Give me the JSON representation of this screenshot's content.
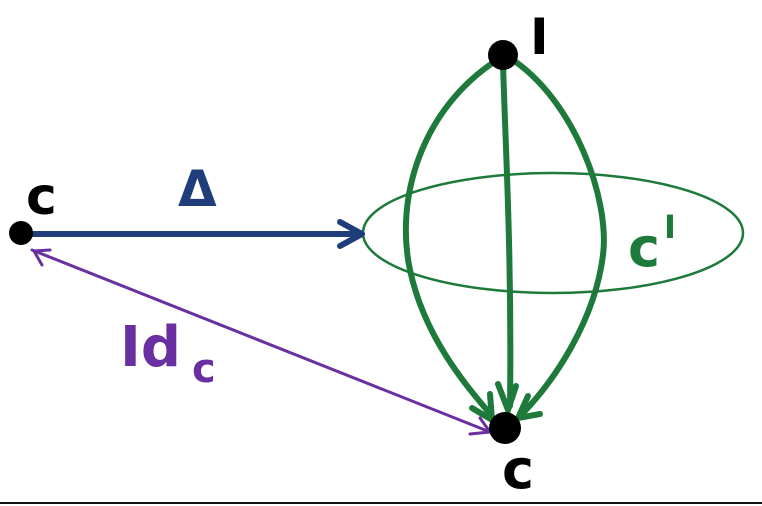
{
  "diagram": {
    "nodes": {
      "c_left": {
        "label": "c"
      },
      "I_top": {
        "label": "I"
      },
      "c_bottom": {
        "label": "c"
      }
    },
    "edges": {
      "delta": {
        "label": "Δ"
      },
      "identity": {
        "label_main": "Id",
        "label_sub": "c"
      }
    },
    "ellipse": {
      "label_base": "c",
      "label_sup": "I"
    },
    "colors": {
      "delta": "#1f3d7a",
      "identity": "#6a2fa0",
      "cone": "#1e7a3a",
      "node": "#000000"
    }
  }
}
